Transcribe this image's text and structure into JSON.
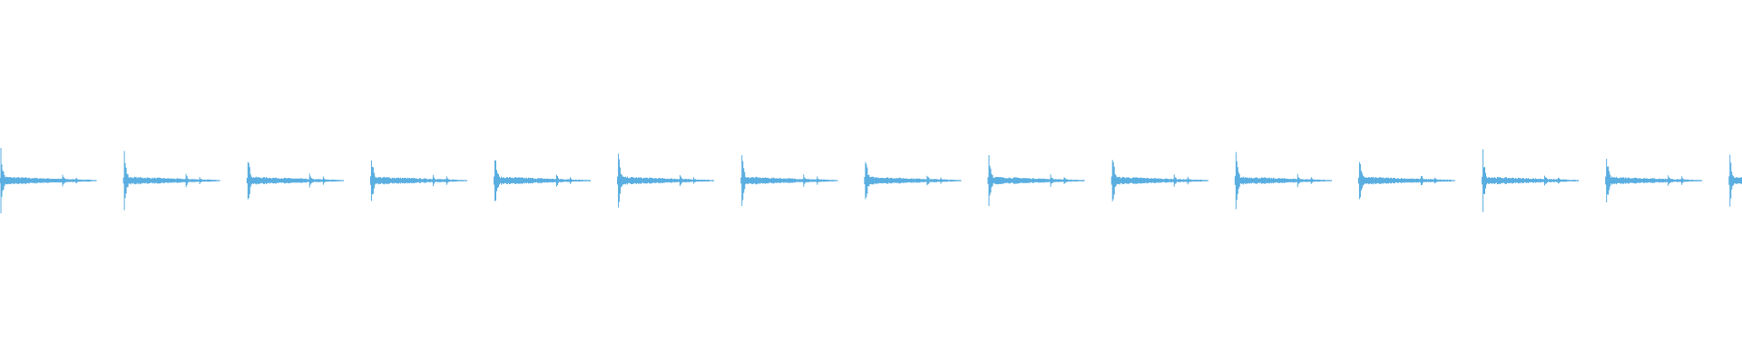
{
  "waveform": {
    "color": "#5aaee0",
    "background": "#ffffff",
    "beat_count": 15,
    "beat_period_fraction": 0.0709,
    "first_beat_fraction": 0.0,
    "attack_amplitude": [
      1.0,
      0.98,
      0.92,
      0.9,
      0.98,
      1.0,
      0.93,
      0.9,
      1.0,
      0.98,
      0.96,
      0.78,
      0.96,
      0.95,
      0.8
    ],
    "echo_delay_fraction": 0.5,
    "echo_amplitude": 0.3,
    "echo2_delay_fraction": 0.61,
    "echo2_amplitude": 0.2,
    "tail_amplitude": 0.1,
    "gap_fraction": 0.78
  }
}
